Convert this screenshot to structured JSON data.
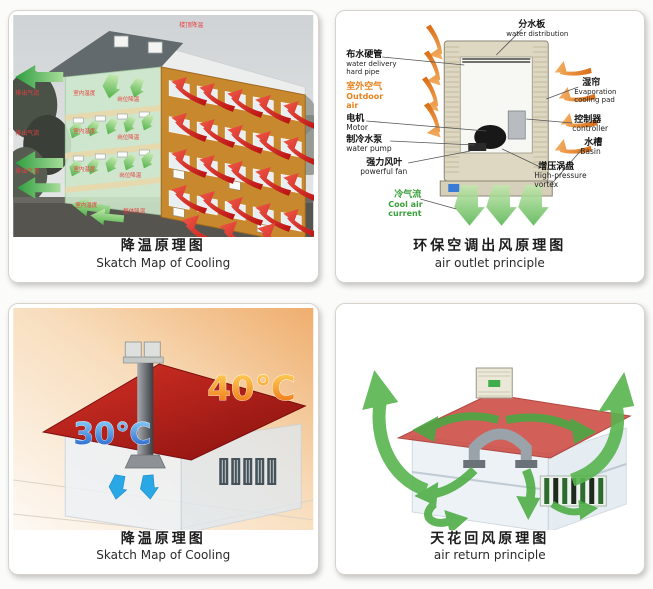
{
  "colors": {
    "hot_red": "#d92b1c",
    "cool_green": "#4fae3d",
    "outdoor_orange": "#e8821e",
    "cold_blue": "#2aa8e6",
    "wall_orange": "#c8882e",
    "roof_red": "#b51f1f"
  },
  "panels": {
    "p1": {
      "caption_zh": "降温原理图",
      "caption_en": "Skatch Map of Cooling",
      "labels": {
        "exhaust": "排出气流",
        "roof_label": "楼顶降温",
        "indoor": "室内温度",
        "spot": "岗位降温",
        "whole": "整体降温"
      }
    },
    "p2": {
      "caption_zh": "环保空调出风原理图",
      "caption_en": "air outlet principle",
      "labels": {
        "water_pipe_zh": "布水硬管",
        "water_pipe_en1": "water delivery",
        "water_pipe_en2": "hard pipe",
        "outdoor_zh": "室外空气",
        "outdoor_en1": "Outdoor",
        "outdoor_en2": "air",
        "motor_zh": "电机",
        "motor_en": "Motor",
        "pump_zh": "制冷水泵",
        "pump_en": "water pump",
        "fan_zh": "强力风叶",
        "fan_en": "powerful fan",
        "dist_zh": "分水板",
        "dist_en": "water distribution",
        "pad_zh": "湿帘",
        "pad_en1": "Evaporation",
        "pad_en2": "cooling pad",
        "ctrl_zh": "控制器",
        "ctrl_en": "controller",
        "basin_zh": "水槽",
        "basin_en": "Basin",
        "vortex_zh": "增压涡盘",
        "vortex_en1": "High-pressure",
        "vortex_en2": "vortex",
        "cool_zh": "冷气流",
        "cool_en1": "Cool air",
        "cool_en2": "current"
      }
    },
    "p3": {
      "caption_zh": "降温原理图",
      "caption_en": "Skatch Map of Cooling",
      "temp_out": "40℃",
      "temp_in": "30℃"
    },
    "p4": {
      "caption_zh": "天花回风原理图",
      "caption_en": "air return principle"
    }
  }
}
